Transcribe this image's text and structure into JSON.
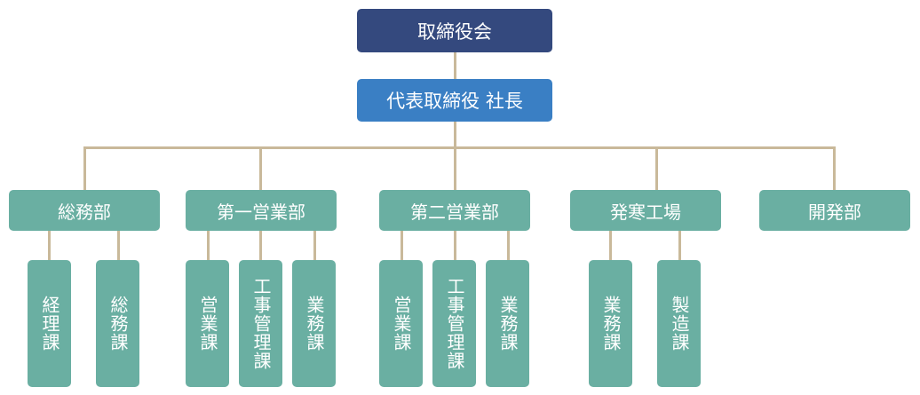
{
  "chart": {
    "board": "取締役会",
    "president": "代表取締役 社長",
    "departments": [
      {
        "name": "総務部",
        "sections": [
          "経理課",
          "総務課"
        ]
      },
      {
        "name": "第一営業部",
        "sections": [
          "営業課",
          "工事管理課",
          "業務課"
        ]
      },
      {
        "name": "第二営業部",
        "sections": [
          "営業課",
          "工事管理課",
          "業務課"
        ]
      },
      {
        "name": "発寒工場",
        "sections": [
          "業務課",
          "製造課"
        ]
      },
      {
        "name": "開発部",
        "sections": []
      }
    ]
  },
  "colors": {
    "board": "#34497e",
    "president": "#3a7fc4",
    "unit": "#6aafa2",
    "connector": "#c9b99a"
  }
}
